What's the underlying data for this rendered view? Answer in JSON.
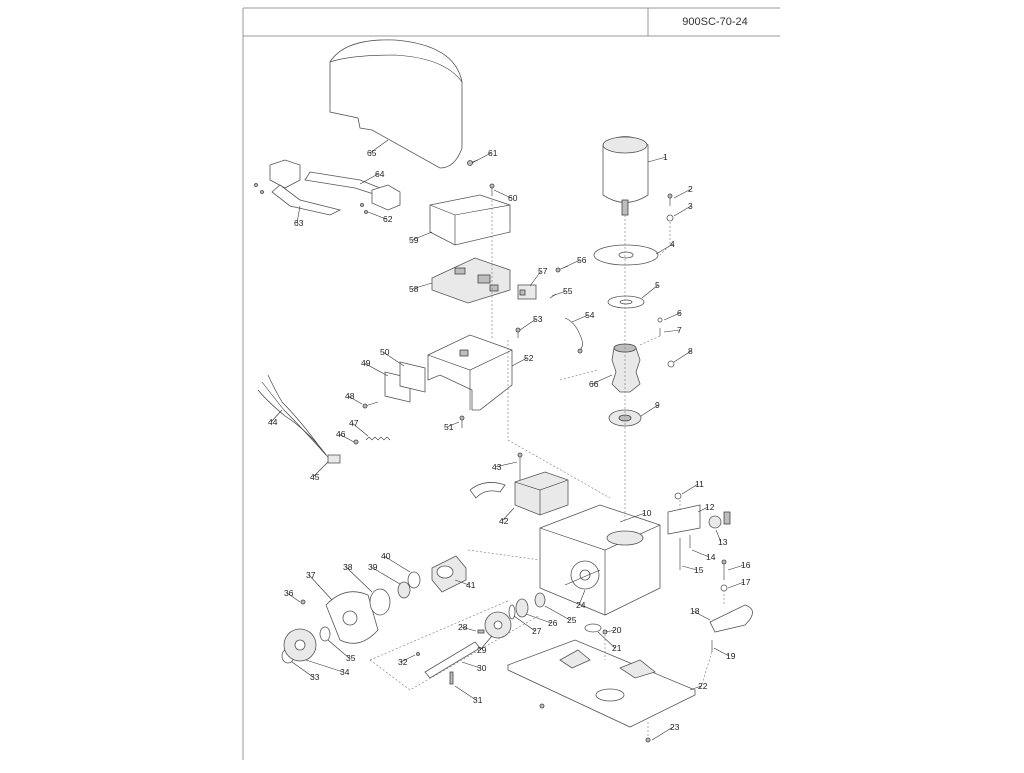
{
  "header": {
    "drawing_code": "900SC-70-24"
  },
  "callouts": [
    "1",
    "2",
    "3",
    "4",
    "5",
    "6",
    "7",
    "8",
    "9",
    "10",
    "11",
    "12",
    "13",
    "14",
    "15",
    "16",
    "17",
    "18",
    "19",
    "20",
    "21",
    "22",
    "23",
    "24",
    "25",
    "26",
    "27",
    "28",
    "29",
    "30",
    "31",
    "32",
    "33",
    "34",
    "35",
    "36",
    "37",
    "38",
    "39",
    "40",
    "41",
    "42",
    "43",
    "44",
    "45",
    "46",
    "47",
    "48",
    "49",
    "50",
    "51",
    "52",
    "53",
    "54",
    "55",
    "56",
    "57",
    "58",
    "59",
    "60",
    "61",
    "62",
    "63",
    "64",
    "65",
    "66"
  ]
}
